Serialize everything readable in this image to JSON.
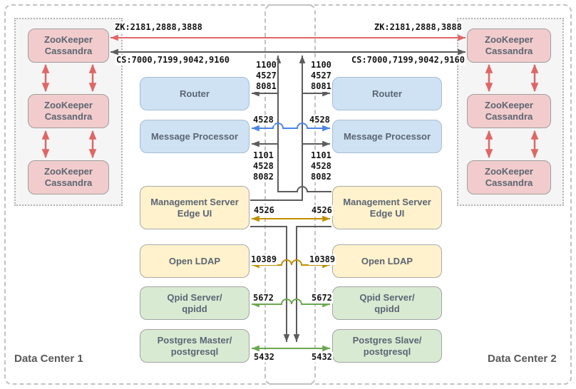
{
  "data_center_1": {
    "label": "Data Center 1",
    "zk_nodes": [
      "ZooKeeper\nCassandra",
      "ZooKeeper\nCassandra",
      "ZooKeeper\nCassandra"
    ],
    "components": {
      "router": "Router",
      "message_processor": "Message Processor",
      "management_server": "Management Server\nEdge UI",
      "open_ldap": "Open LDAP",
      "qpid": "Qpid Server/\nqpidd",
      "postgres": "Postgres Master/\npostgresql"
    }
  },
  "data_center_2": {
    "label": "Data Center 2",
    "zk_nodes": [
      "ZooKeeper\nCassandra",
      "ZooKeeper\nCassandra",
      "ZooKeeper\nCassandra"
    ],
    "components": {
      "router": "Router",
      "message_processor": "Message Processor",
      "management_server": "Management Server\nEdge UI",
      "open_ldap": "Open LDAP",
      "qpid": "Qpid Server/\nqpidd",
      "postgres": "Postgres Slave/\npostgresql"
    }
  },
  "connections": {
    "zookeeper_ports": "ZK:2181,2888,3888",
    "cassandra_ports": "CS:7000,7199,9042,9160",
    "router_ports": "1100\n4527\n8081",
    "message_processor_bus_port": "4528",
    "message_processor_ports": "1101\n4528\n8082",
    "management_server_port": "4526",
    "open_ldap_port": "10389",
    "qpid_port": "5672",
    "postgres_port": "5432"
  },
  "colors": {
    "zk_node_fill": "#f2cccc",
    "gateway_fill": "#cfe2f3",
    "management_fill": "#fff2cc",
    "datastore_fill": "#d9ead3",
    "arrow_dark": "#5c5c5c",
    "arrow_red": "#e06666",
    "arrow_blue": "#4a86e8",
    "arrow_gold": "#bf9000",
    "arrow_green": "#6aa84f"
  }
}
